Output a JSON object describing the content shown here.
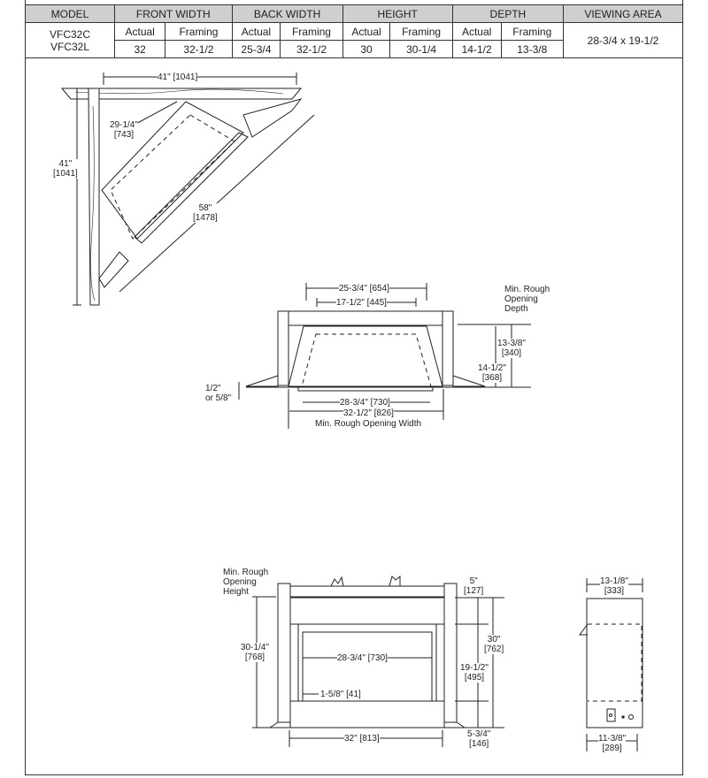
{
  "table": {
    "headers": [
      "MODEL",
      "FRONT WIDTH",
      "BACK WIDTH",
      "HEIGHT",
      "DEPTH",
      "VIEWING AREA"
    ],
    "subheaders": [
      "Actual",
      "Framing",
      "Actual",
      "Framing",
      "Actual",
      "Framing",
      "Actual",
      "Framing"
    ],
    "models": [
      "VFC32C",
      "VFC32L"
    ],
    "values": [
      "32",
      "32-1/2",
      "25-3/4",
      "32-1/2",
      "30",
      "30-1/4",
      "14-1/2",
      "13-3/8"
    ],
    "viewing_area": "28-3/4 x 19-1/2"
  },
  "corner_view": {
    "width": "41\" [1041]",
    "depth": "41\"\n[1041]",
    "side": "29-1/4\"\n[743]",
    "diagonal": "58\"\n[1478]"
  },
  "top_view": {
    "back_width": "25-3/4\" [654]",
    "inner_width": "17-1/2\" [445]",
    "rough_depth_label": "Min. Rough\nOpening\nDepth",
    "framing_depth": "13-3/8\"\n[340]",
    "actual_depth": "14-1/2\"\n[368]",
    "wall": "1/2\"\nor 5/8\"",
    "viewing_width": "28-3/4\" [730]",
    "rough_width": "32-1/2\" [826]",
    "rough_width_label": "Min. Rough Opening Width"
  },
  "front_view": {
    "rough_height_label": "Min. Rough\nOpening\nHeight",
    "framing_height": "30-1/4\"\n[768]",
    "viewing_width": "28-3/4\" [730]",
    "bottom_offset": "1-5/8\" [41]",
    "width": "32\" [813]",
    "top": "5\"\n[127]",
    "height": "30\"\n[762]",
    "viewing_height": "19-1/2\"\n[495]",
    "base": "5-3/4\"\n[146]"
  },
  "side_view": {
    "top_depth": "13-1/8\"\n[333]",
    "bottom_depth": "11-3/8\"\n[289]"
  }
}
